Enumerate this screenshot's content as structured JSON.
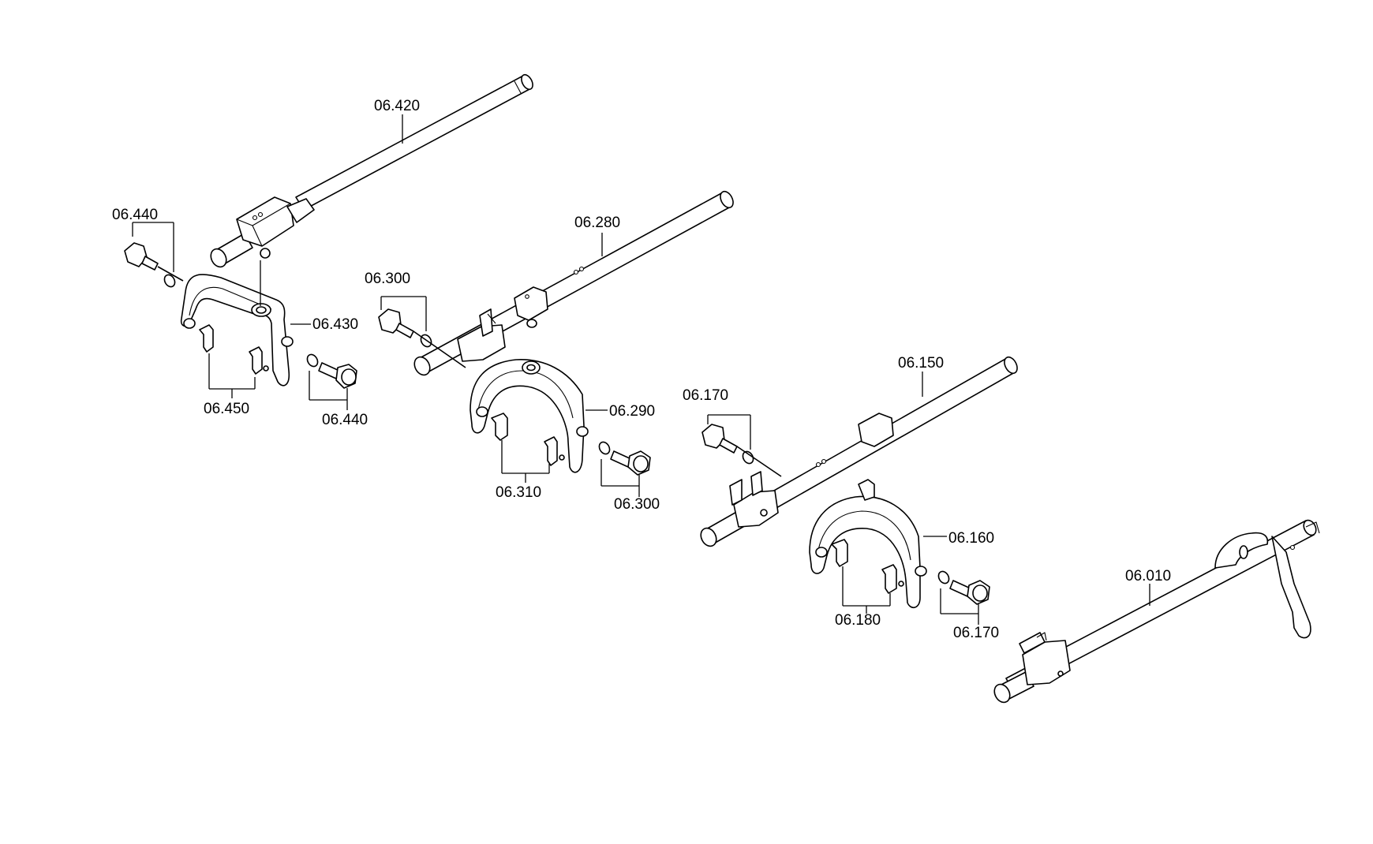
{
  "callouts": {
    "c_06_420": "06.420",
    "c_06_440_a": "06.440",
    "c_06_430": "06.430",
    "c_06_450": "06.450",
    "c_06_440_b": "06.440",
    "c_06_280": "06.280",
    "c_06_300_a": "06.300",
    "c_06_290": "06.290",
    "c_06_310": "06.310",
    "c_06_300_b": "06.300",
    "c_06_150": "06.150",
    "c_06_170_a": "06.170",
    "c_06_160": "06.160",
    "c_06_180": "06.180",
    "c_06_170_b": "06.170",
    "c_06_010": "06.010"
  }
}
